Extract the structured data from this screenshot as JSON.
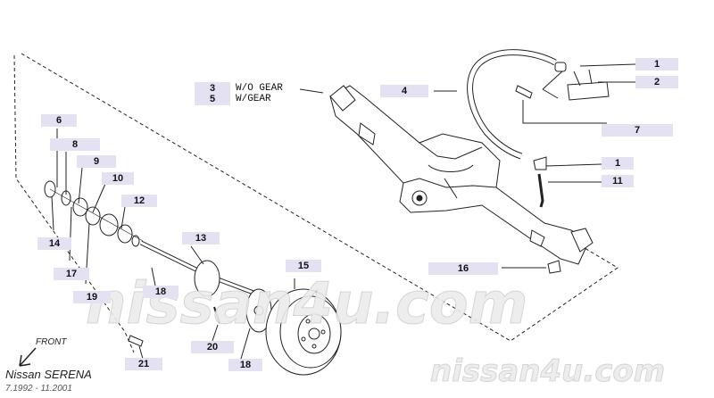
{
  "watermarks": {
    "center": "nissan4u.com",
    "corner": "nissan4u.com"
  },
  "model": {
    "name": "Nissan SERENA",
    "dates": "7.1992 - 11.2001"
  },
  "front_label": "FRONT",
  "variant_box": {
    "num_a": "3",
    "text_a": "W/O GEAR",
    "num_b": "5",
    "text_b": "W/GEAR"
  },
  "labels": {
    "p4": "4",
    "p1a": "1",
    "p2": "2",
    "p7": "7",
    "p1b": "1",
    "p11": "11",
    "p16": "16",
    "p6": "6",
    "p8": "8",
    "p9": "9",
    "p10": "10",
    "p12": "12",
    "p14": "14",
    "p17": "17",
    "p19": "19",
    "p13": "13",
    "p18a": "18",
    "p15": "15",
    "p20": "20",
    "p18b": "18",
    "p21": "21"
  }
}
